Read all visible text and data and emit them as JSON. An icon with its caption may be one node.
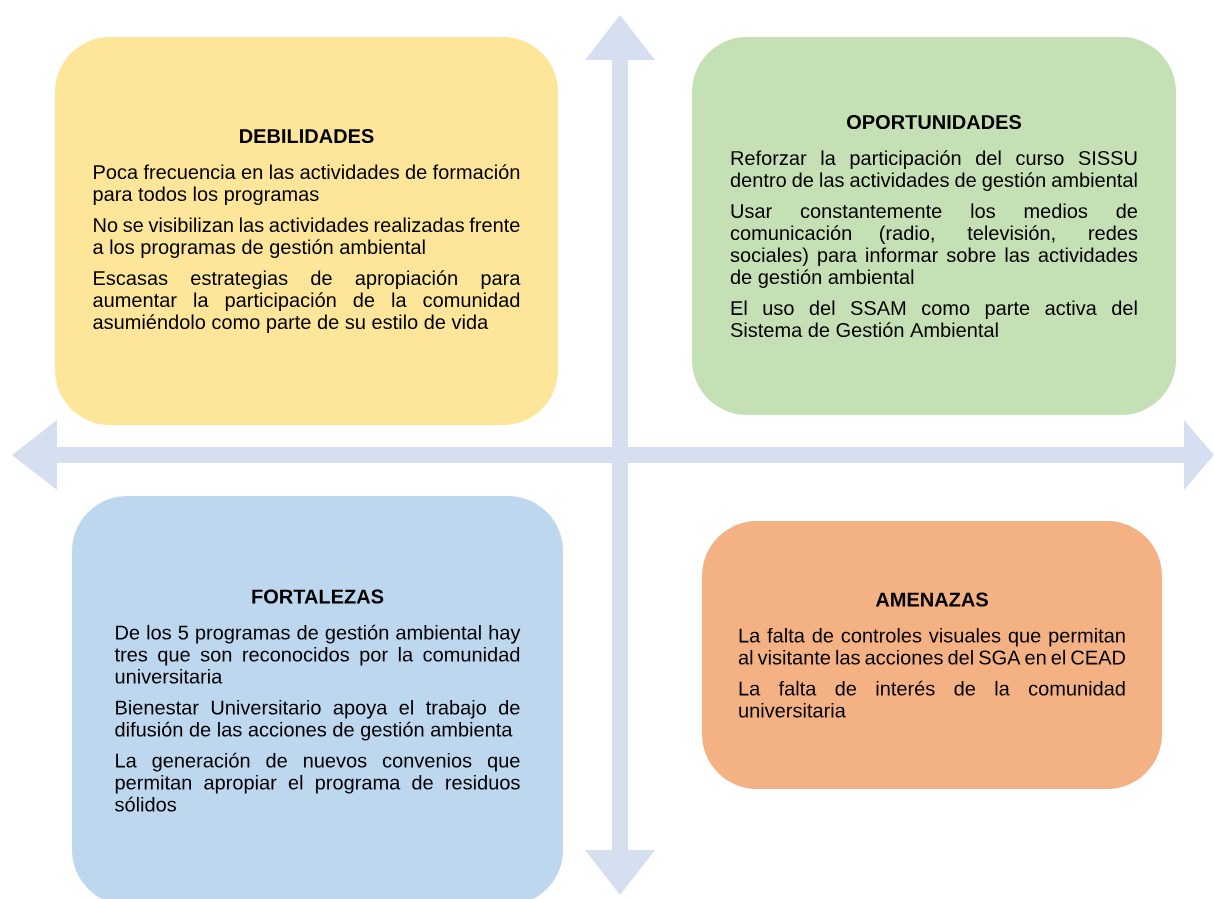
{
  "diagram": {
    "nodes": [
      {
        "text": [
          "DEBILIDADES",
          "Poca frecuencia en las actividades de formación para todos los programas",
          "No se visibilizan las actividades realizadas frente a los programas de gestión ambiental",
          "Escasas estrategias de apropiación para aumentar la participación de la comunidad asumiéndolo como parte de su estilo de vida"
        ]
      },
      {
        "text": [
          "OPORTUNIDADES",
          "Reforzar la participación del curso SISSU dentro de las actividades de gestión ambiental",
          "Usar constantemente los medios de comunicación (radio, televisión, redes sociales) para informar sobre las actividades de gestión ambiental",
          "El uso del SSAM como parte activa del Sistema de Gestión Ambiental"
        ]
      },
      {
        "text": [
          "FORTALEZAS",
          "De los 5 programas de gestión ambiental hay tres que son reconocidos por la comunidad universitaria",
          "Bienestar Universitario apoya el trabajo de difusión de las acciones de gestión ambienta",
          "La generación de nuevos convenios que permitan apropiar el programa de residuos sólidos"
        ]
      },
      {
        "text": [
          "AMENAZAS",
          "La falta de controles visuales que permitan al visitante las acciones del SGA en el CEAD",
          "La falta de interés de la comunidad universitaria"
        ]
      }
    ]
  }
}
